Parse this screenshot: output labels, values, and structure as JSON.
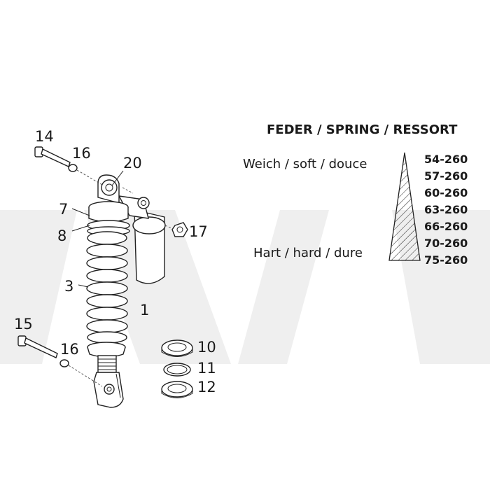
{
  "parts": {
    "p1": "1",
    "p3": "3",
    "p7": "7",
    "p8": "8",
    "p10": "10",
    "p11": "11",
    "p12": "12",
    "p14": "14",
    "p15": "15",
    "p16a": "16",
    "p16b": "16",
    "p17": "17",
    "p20": "20"
  },
  "spring_chart": {
    "title": "FEDER / SPRING / RESSORT",
    "soft_label": "Weich / soft / douce",
    "hard_label": "Hart / hard / dure",
    "codes": [
      "54-260",
      "57-260",
      "60-260",
      "63-260",
      "66-260",
      "70-260",
      "75-260"
    ]
  },
  "colors": {
    "line": "#222222",
    "watermark": "#ececec",
    "background": "#ffffff"
  }
}
